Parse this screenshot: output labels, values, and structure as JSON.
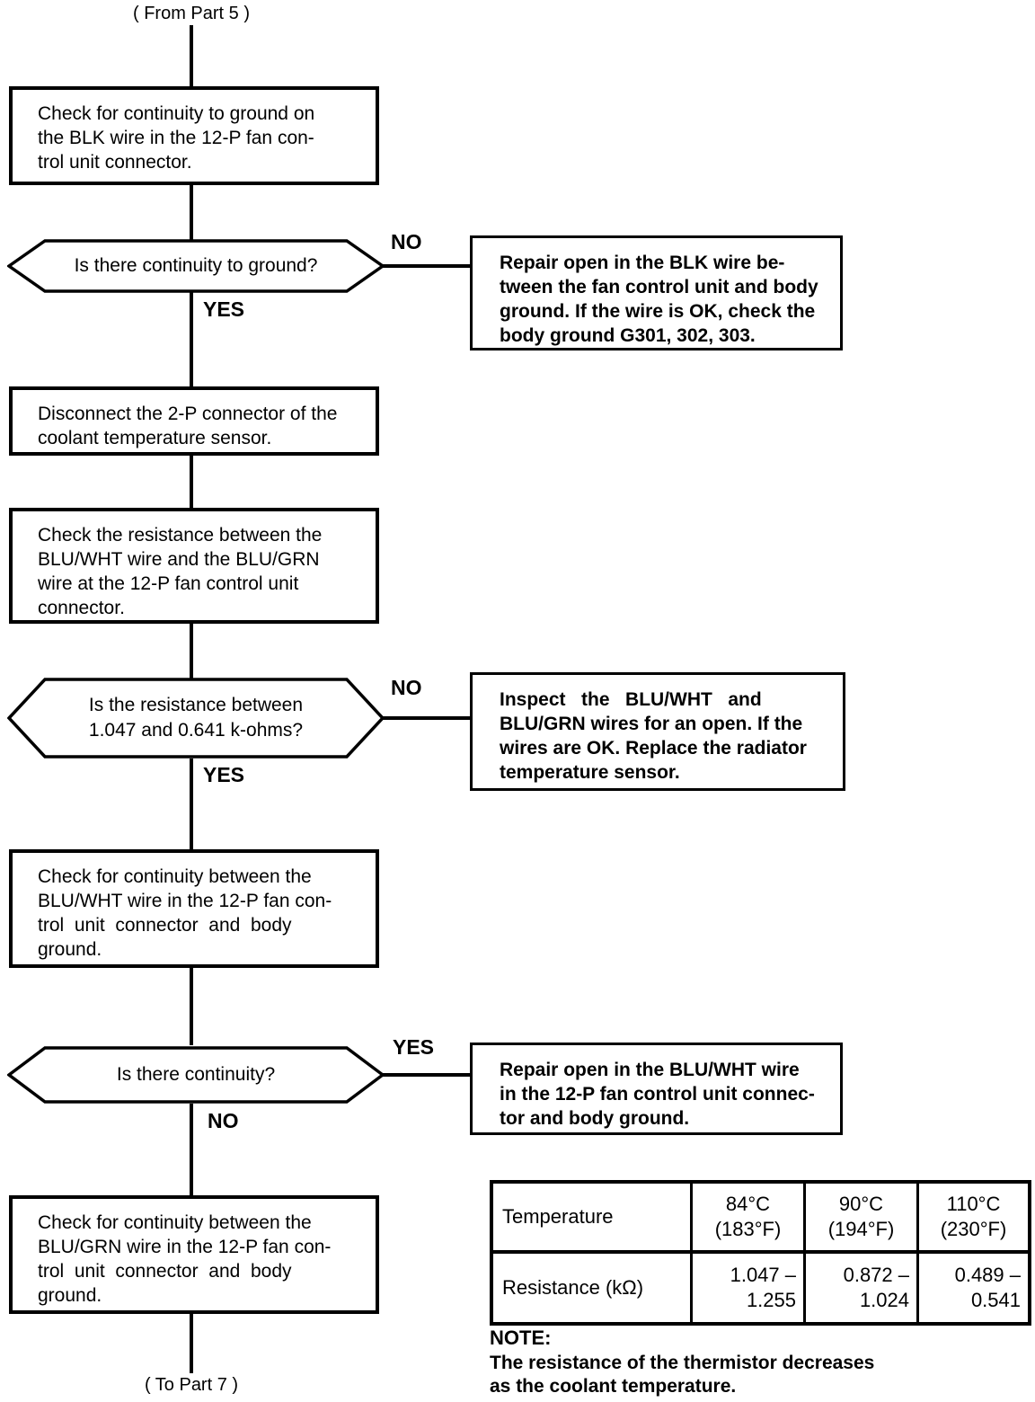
{
  "flow": {
    "from_label": "( From Part 5 )",
    "to_label": "( To Part 7 )",
    "yes": "YES",
    "no": "NO"
  },
  "process_boxes": {
    "check_blk_continuity": "Check for continuity to ground on\nthe BLK wire in the 12-P fan con-\ntrol unit connector.",
    "disconnect_sensor": "Disconnect the 2-P connector of the\ncoolant temperature sensor.",
    "check_resistance": "Check the resistance between the\nBLU/WHT wire and the BLU/GRN\nwire at the 12-P fan control unit\nconnector.",
    "check_bluwht_continuity": "Check for continuity between the\nBLU/WHT wire in the 12-P fan con-\ntrol  unit  connector  and  body\nground.",
    "check_blugrn_continuity": "Check for continuity between the\nBLU/GRN wire in the 12-P fan con-\ntrol  unit  connector  and  body\nground."
  },
  "decision_boxes": {
    "continuity_to_ground": "Is there continuity to ground?",
    "resistance_in_range": "Is the resistance between\n1.047 and 0.641 k-ohms?",
    "continuity": "Is there continuity?"
  },
  "action_boxes": {
    "repair_blk": "Repair open in the BLK wire be-\ntween the fan control unit and body\nground. If the wire is OK, check the\nbody ground G301, 302, 303.",
    "inspect_wires": "Inspect   the   BLU/WHT   and\nBLU/GRN wires for an open. If the\nwires are OK. Replace the radiator\ntemperature sensor.",
    "repair_bluwht": "Repair open in the BLU/WHT wire\nin the 12-P fan control unit connec-\ntor and body ground."
  },
  "table": {
    "rows": [
      {
        "header": "Temperature",
        "values": [
          "84°C\n(183°F)",
          "90°C\n(194°F)",
          "110°C\n(230°F)"
        ]
      },
      {
        "header": "Resistance (kΩ)",
        "values": [
          "1.047 –\n1.255",
          "0.872 –\n1.024",
          "0.489 –\n0.541"
        ]
      }
    ]
  },
  "note": {
    "heading": "NOTE:",
    "body": "The resistance of the thermistor decreases\nas the coolant temperature."
  }
}
